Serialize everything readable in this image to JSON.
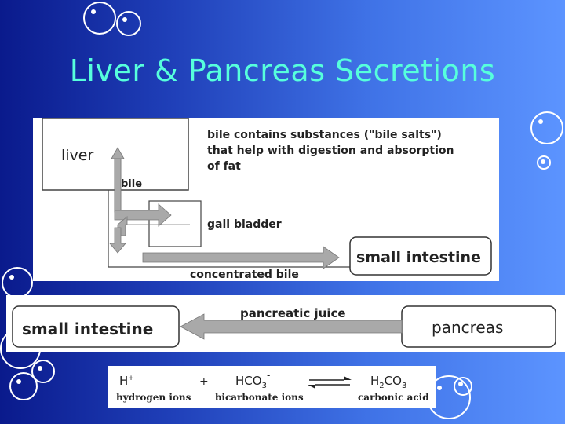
{
  "slide": {
    "title": "Liver & Pancreas Secretions"
  },
  "bile_diagram": {
    "liver_label": "liver",
    "bile_label": "bile",
    "note_line1": "bile contains substances (\"bile salts\")",
    "note_line2": "that help with digestion and absorption",
    "note_line3": "of fat",
    "gall_bladder_label": "gall bladder",
    "small_intestine_label": "small intestine",
    "concentrated_bile_label": "concentrated bile"
  },
  "pancreas_diagram": {
    "small_intestine_label": "small intestine",
    "pancreatic_juice_label": "pancreatic  juice",
    "pancreas_label": "pancreas"
  },
  "equation": {
    "h_ion": "H",
    "h_ion_charge": "+",
    "plus": "+",
    "bicarbonate": "HCO",
    "bicarbonate_sub": "3",
    "bicarbonate_charge": "-",
    "carbonic_h": "H",
    "carbonic_h_sub": "2",
    "carbonic_co": "CO",
    "carbonic_co_sub": "3",
    "hydrogen_ions_label": "hydrogen ions",
    "bicarbonate_ions_label": "bicarbonate ions",
    "carbonic_acid_label": "carbonic acid"
  },
  "colors": {
    "background_dark": "#0a1a8c",
    "background_light": "#5c94ff",
    "title": "#56ffdc",
    "arrow_gray": "#a9a9a9"
  }
}
